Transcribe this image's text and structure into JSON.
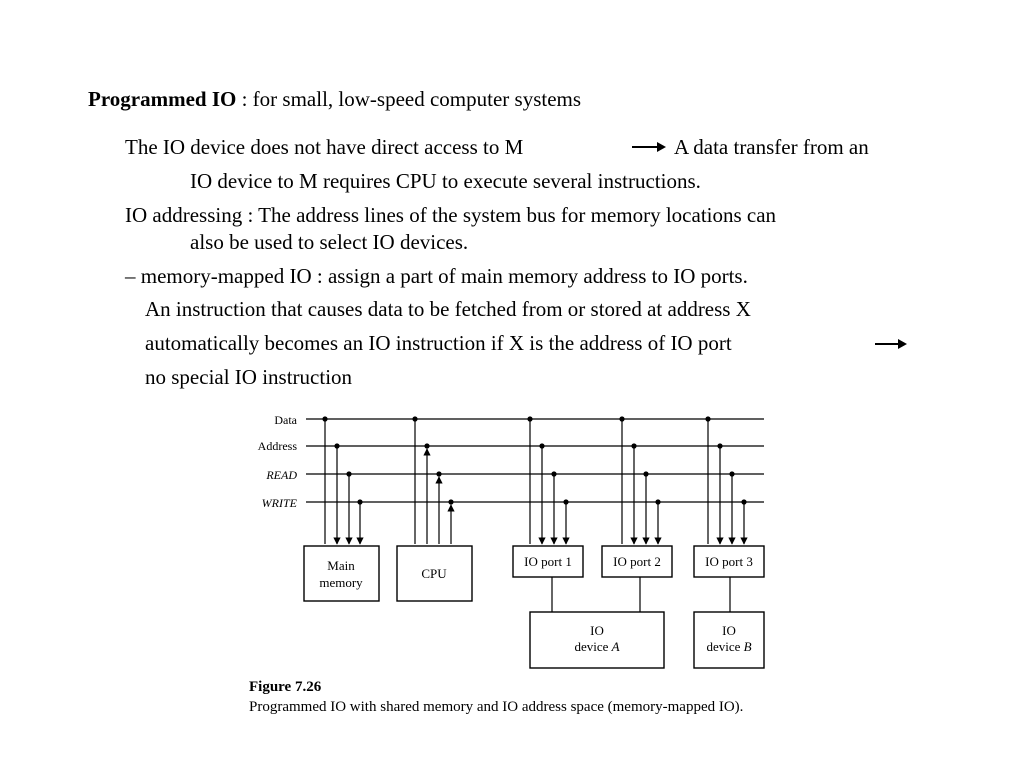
{
  "slide": {
    "title_bold": "Programmed IO",
    "title_rest": " : for small, low-speed computer systems",
    "lines": [
      "The IO device does not have direct access to M",
      "A data transfer from an",
      "IO device to M requires CPU to execute several instructions.",
      "IO addressing : The address lines of the system bus for memory locations can",
      "also be used to select IO devices.",
      "– memory-mapped IO : assign a part of main memory address to IO ports.",
      "An instruction that causes data to be fetched from or stored at address X",
      "automatically becomes an IO instruction if X is the address of IO port",
      "no special IO instruction"
    ]
  },
  "figure": {
    "bus_labels": [
      "Data",
      "Address",
      "READ",
      "WRITE"
    ],
    "blocks": {
      "main_memory": [
        "Main",
        "memory"
      ],
      "cpu": "CPU",
      "io_port_1": "IO port 1",
      "io_port_2": "IO port 2",
      "io_port_3": "IO port 3",
      "io_device_a": [
        "IO",
        "device ",
        "A"
      ],
      "io_device_b": [
        "IO",
        "device ",
        "B"
      ]
    },
    "caption_title": "Figure 7.26",
    "caption_text": "Programmed IO with shared memory and IO address space (memory-mapped IO)."
  }
}
